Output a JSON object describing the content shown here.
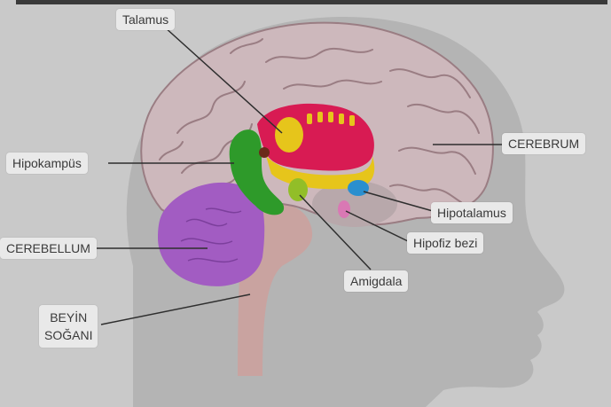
{
  "diagram": {
    "labels": {
      "talamus": "Talamus",
      "hipokampus": "Hipokampüs",
      "cerebrum": "CEREBRUM",
      "hipotalamus": "Hipotalamus",
      "hipofiz": "Hipofiz bezi",
      "cerebellum": "CEREBELLUM",
      "amigdala": "Amigdala",
      "beyin_soganI_line1": "BEYİN",
      "beyin_soganI_line2": "SOĞANI"
    },
    "colors": {
      "background": "#c9c9c9",
      "head": "#b4b4b4",
      "cerebrum": "#cdb8bc",
      "cerebrum_outline": "#9a7d83",
      "cerebellum": "#a25cc2",
      "brainstem": "#c9a3a0",
      "thalamus_red": "#d81b53",
      "thalamus_yellow": "#e6c51b",
      "hippocampus_green": "#2e9a2a",
      "amygdala_green": "#92be28",
      "hypothalamus_blue": "#2a8fcf",
      "pituitary_pink": "#d978b4",
      "leader_line": "#2e2e2e"
    }
  }
}
